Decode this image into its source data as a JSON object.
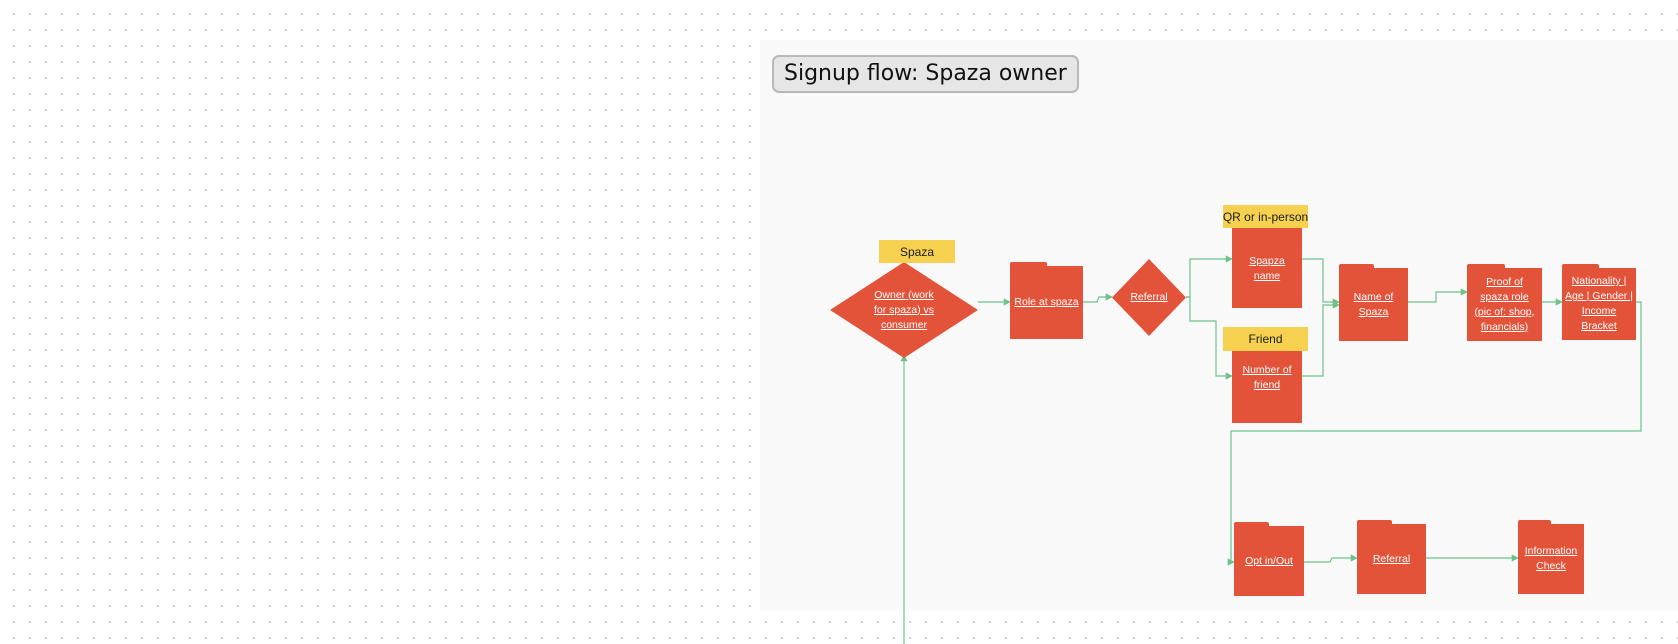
{
  "colors": {
    "node_fill": "#e2533a",
    "sticky_fill": "#f6d150",
    "connector": "#6cc38a",
    "frame_bg": "#f9f9f9"
  },
  "board": {
    "frame_title": "Signup flow: Spaza owner"
  },
  "stickies": {
    "spaza": "Spaza",
    "qr_or_in_person": "QR or in-person",
    "friend": "Friend"
  },
  "nodes": {
    "owner_vs_consumer": "Owner (work for spaza) vs consumer",
    "role_at_spaza": "Role at spaza",
    "referral_decision": "Referral",
    "spapza_name": "Spapza name",
    "number_of_friend": "Number of friend",
    "name_of_spaza": "Name of Spaza",
    "proof_of_spaza_role": "Proof of spaza role (pic of: shop, financials)",
    "nationality_age_gender_income": "Nationality | Age | Gender | Income Bracket",
    "opt_in_out": "Opt in/Out",
    "referral": "Referral",
    "information_check": "Information Check"
  }
}
